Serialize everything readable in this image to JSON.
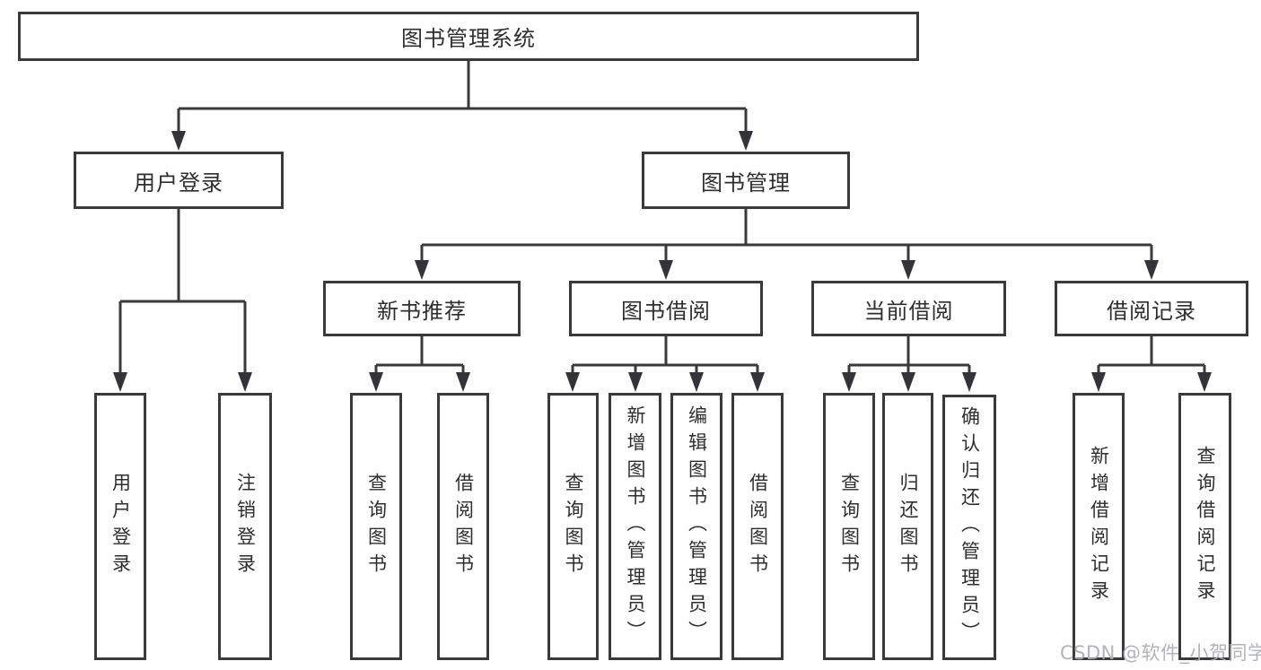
{
  "tree": {
    "label": "图书管理系统",
    "children": [
      {
        "label": "用户登录",
        "children": [
          {
            "label": "用户登录"
          },
          {
            "label": "注销登录"
          }
        ]
      },
      {
        "label": "图书管理",
        "children": [
          {
            "label": "新书推荐",
            "children": [
              {
                "label": "查询图书"
              },
              {
                "label": "借阅图书"
              }
            ]
          },
          {
            "label": "图书借阅",
            "children": [
              {
                "label": "查询图书"
              },
              {
                "label": "新增图书（管理员）"
              },
              {
                "label": "编辑图书（管理员）"
              },
              {
                "label": "借阅图书"
              }
            ]
          },
          {
            "label": "当前借阅",
            "children": [
              {
                "label": "查询图书"
              },
              {
                "label": "归还图书"
              },
              {
                "label": "确认归还（管理员）"
              }
            ]
          },
          {
            "label": "借阅记录",
            "children": [
              {
                "label": "新增借阅记录"
              },
              {
                "label": "查询借阅记录"
              }
            ]
          }
        ]
      }
    ]
  },
  "watermark": "CSDN @软件_小贺同学",
  "colors": {
    "line": "#3a3a3e",
    "text": "#2e2e2e",
    "watermark": "#acaeb5",
    "background": "#ffffff"
  }
}
